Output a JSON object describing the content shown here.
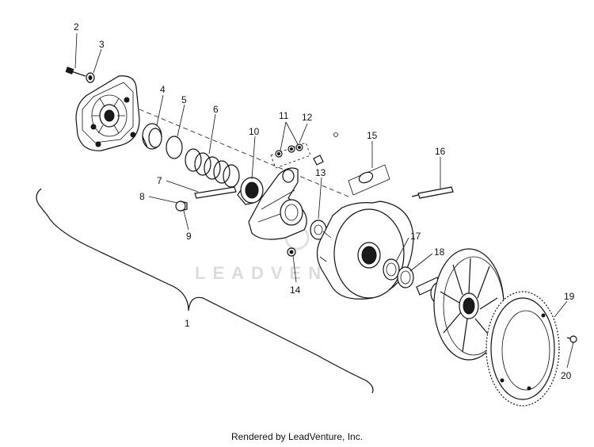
{
  "watermark": "LEADVENTURE",
  "footer": "Rendered by LeadVenture, Inc.",
  "callouts": [
    "1",
    "2",
    "3",
    "4",
    "5",
    "6",
    "7",
    "8",
    "9",
    "10",
    "11",
    "12",
    "13",
    "14",
    "15",
    "16",
    "17",
    "18",
    "19",
    "20"
  ]
}
